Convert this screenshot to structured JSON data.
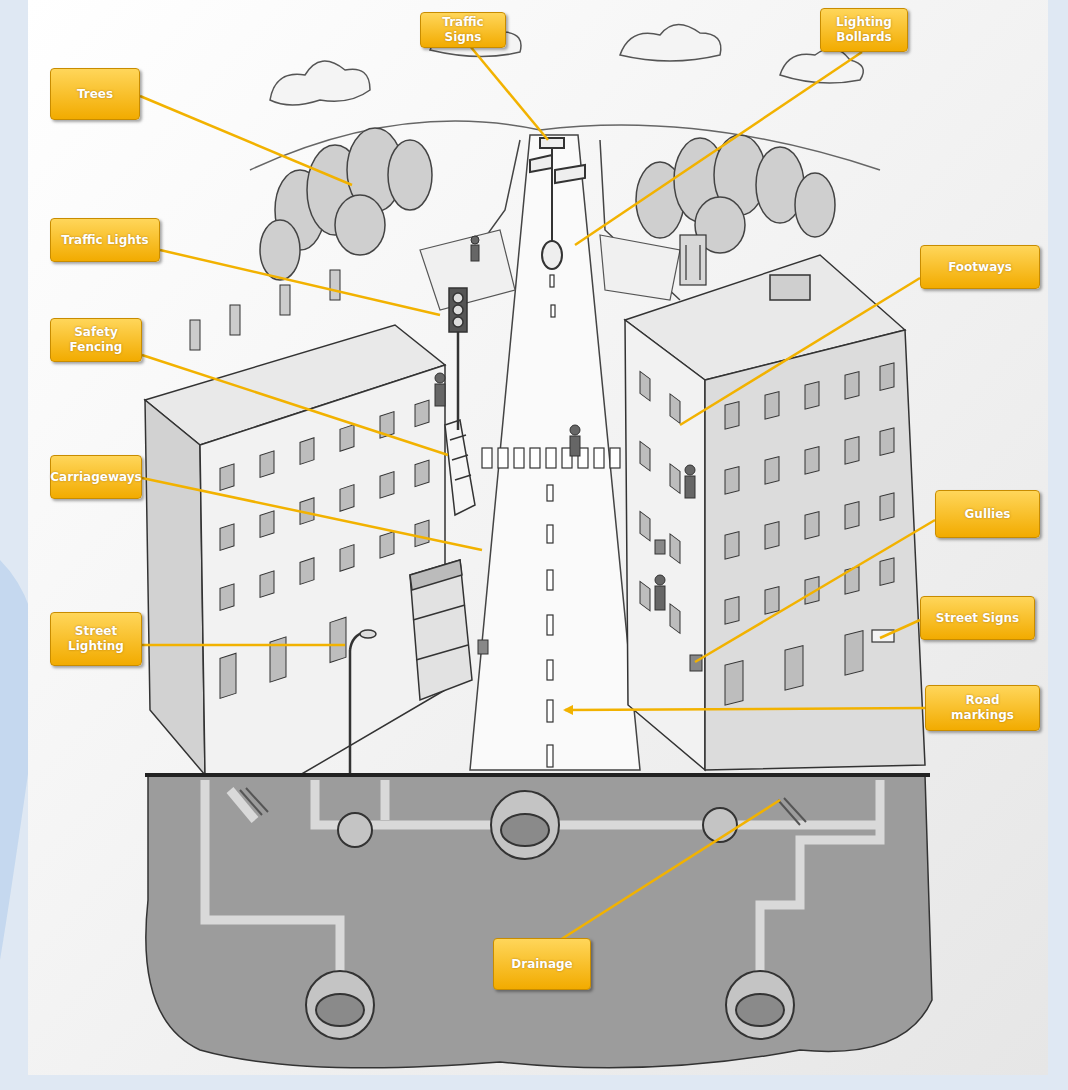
{
  "diagram": {
    "nodes": [
      {
        "text": [
          "Traffic Signs"
        ]
      },
      {
        "text": [
          "Lighting Bollards"
        ]
      },
      {
        "text": [
          "Trees"
        ]
      },
      {
        "text": [
          "Traffic Lights"
        ]
      },
      {
        "text": [
          "Footways"
        ]
      },
      {
        "text": [
          "Safety Fencing"
        ]
      },
      {
        "text": [
          "Carriageways"
        ]
      },
      {
        "text": [
          "Gullies"
        ]
      },
      {
        "text": [
          "Street Signs"
        ]
      },
      {
        "text": [
          "Street Lighting"
        ]
      },
      {
        "text": [
          "Road markings"
        ]
      },
      {
        "text": [
          "Drainage"
        ]
      }
    ]
  }
}
